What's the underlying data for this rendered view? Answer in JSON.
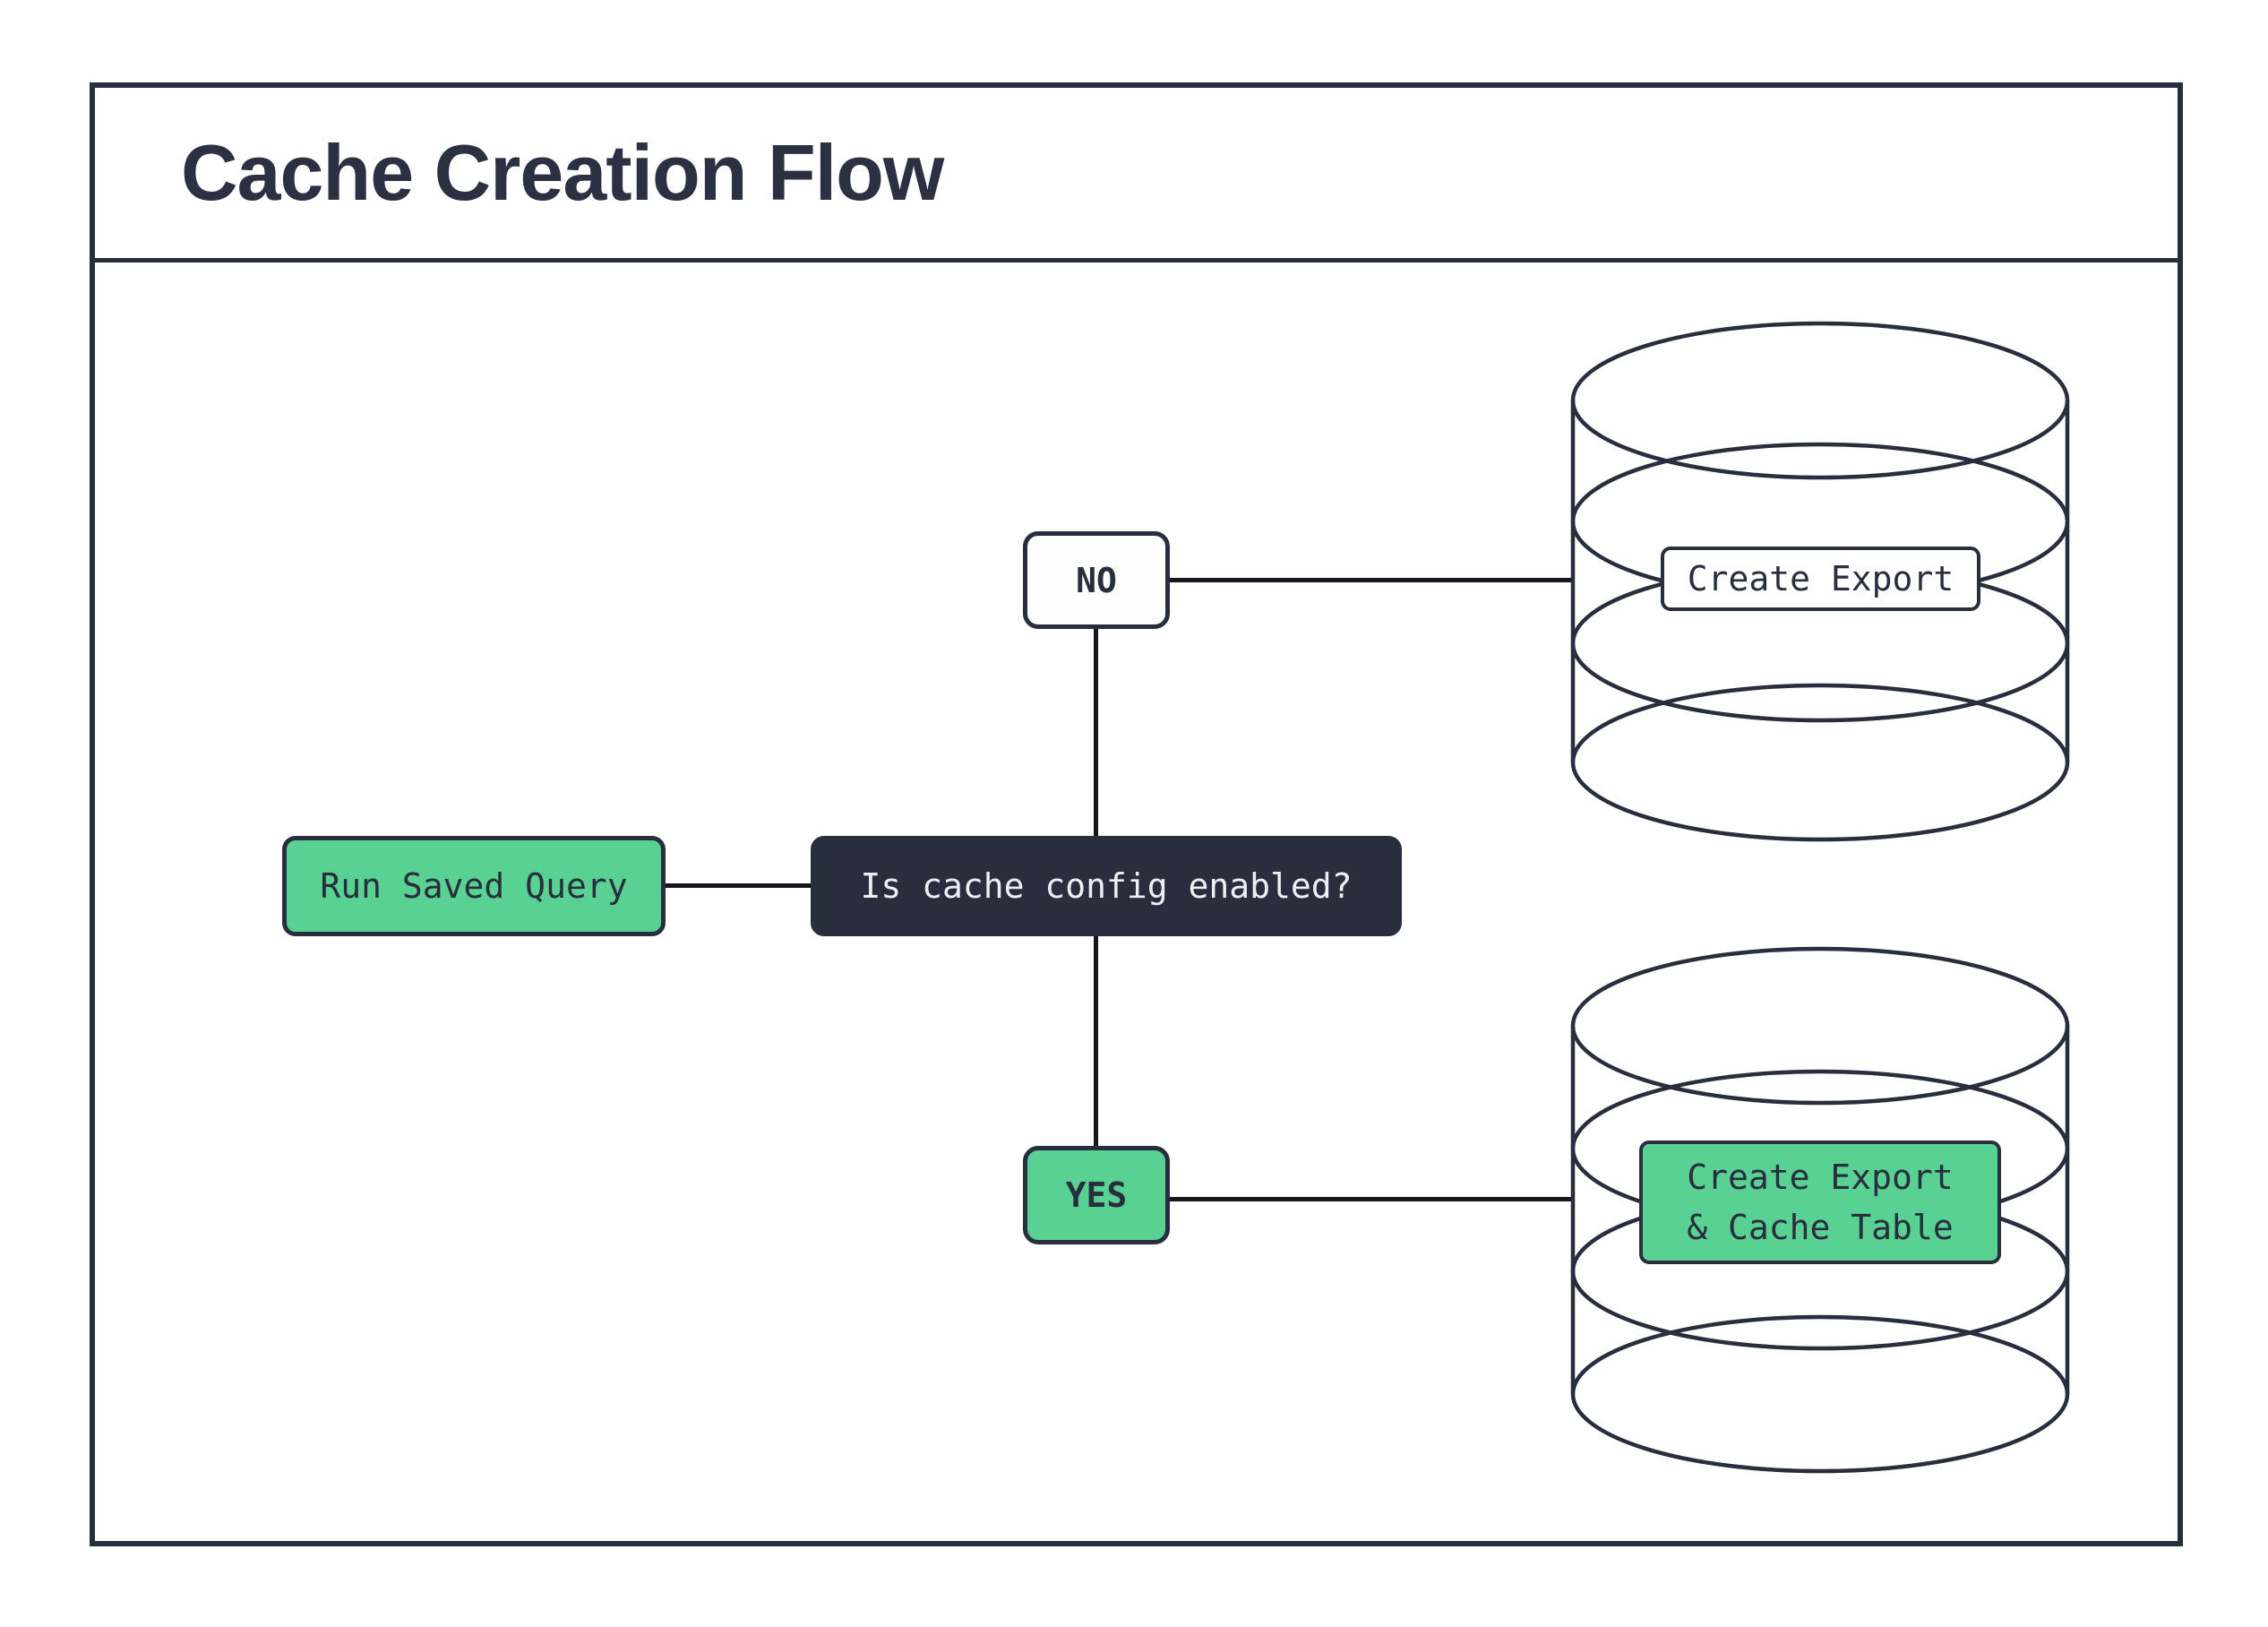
{
  "title": "Cache Creation Flow",
  "flow": {
    "start": {
      "label": "Run Saved Query"
    },
    "decision": {
      "label": "Is cache config enabled?"
    },
    "branch_no": {
      "label": "NO"
    },
    "branch_yes": {
      "label": "YES"
    },
    "db_export": {
      "label": "Create Export"
    },
    "db_cache": {
      "label": "Create Export\n& Cache Table"
    }
  },
  "colors": {
    "ink": "#282e3e",
    "accent_green": "#58d193",
    "connector": "#16171c",
    "node_light": "#fdfdfe",
    "light_text": "#edeff3",
    "background": "#ffffff"
  }
}
